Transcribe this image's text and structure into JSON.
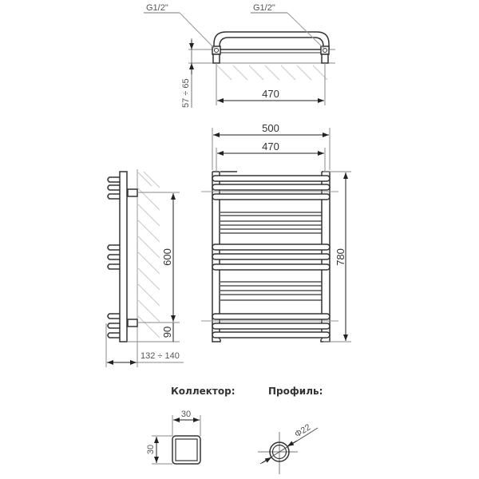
{
  "top_view": {
    "thread_left": "G1/2\"",
    "thread_right": "G1/2\"",
    "wall_offset": "57 ÷ 65",
    "width_centers": "470"
  },
  "front_view": {
    "overall_width": "500",
    "center_width": "470",
    "overall_height": "780"
  },
  "side_view": {
    "mount_distance": "600",
    "bottom_offset": "90",
    "depth": "132 ÷ 140"
  },
  "sections": {
    "collector": {
      "title": "Коллектор:",
      "width": "30",
      "height": "30"
    },
    "profile": {
      "title": "Профиль:",
      "diameter": "Φ22"
    }
  },
  "colors": {
    "line": "#333333",
    "thin": "#888888",
    "hatch": "#bbbbbb"
  }
}
